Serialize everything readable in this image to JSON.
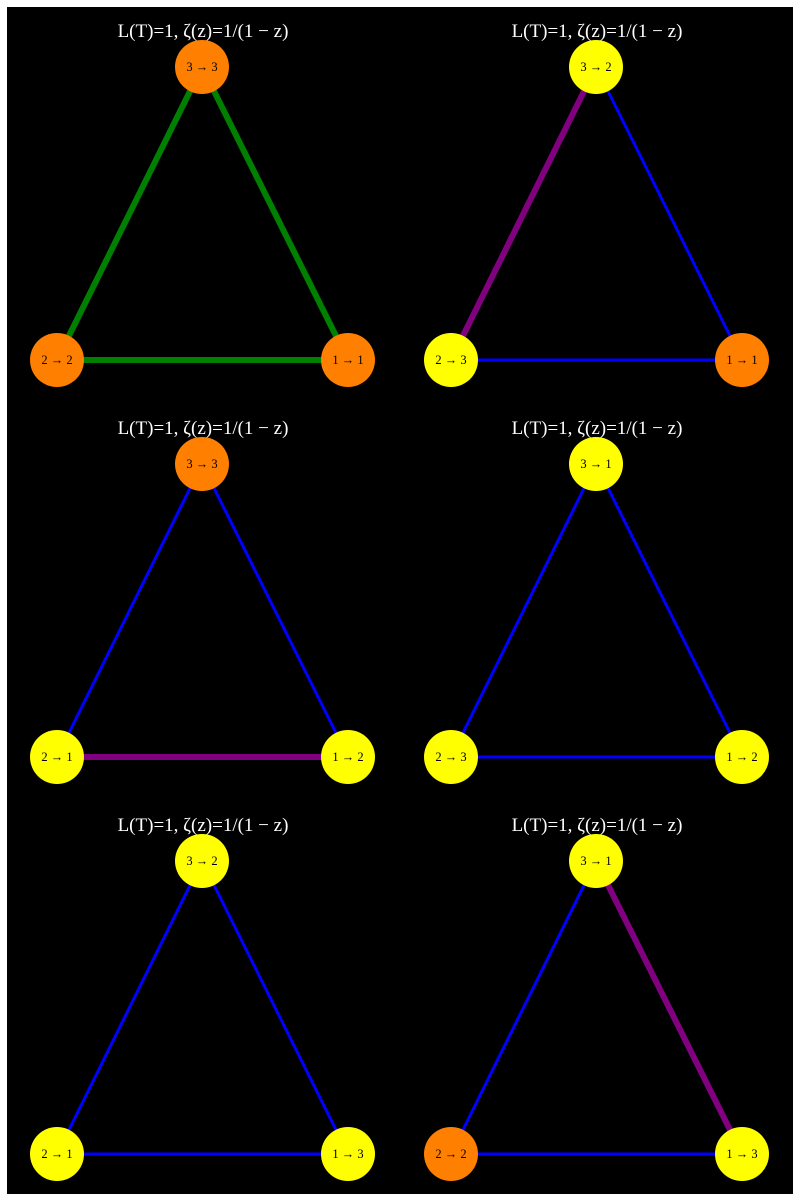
{
  "colors": {
    "background": "#000000",
    "fixed_node": "#ff7f00",
    "moved_node": "#ffff00",
    "green_edge": "#008000",
    "blue_edge": "#0000ff",
    "purple_edge": "#800080",
    "title": "#ffffff"
  },
  "panels": [
    {
      "title": "L(T)=1, ζ(z)=1/(1 − z)",
      "nodes": [
        {
          "label": "3 → 3",
          "color": "#ff7f00"
        },
        {
          "label": "2 → 2",
          "color": "#ff7f00"
        },
        {
          "label": "1 → 1",
          "color": "#ff7f00"
        }
      ],
      "edges": [
        {
          "color": "#008000",
          "thick": true
        },
        {
          "color": "#008000",
          "thick": true
        },
        {
          "color": "#008000",
          "thick": true
        }
      ]
    },
    {
      "title": "L(T)=1, ζ(z)=1/(1 − z)",
      "nodes": [
        {
          "label": "3 → 2",
          "color": "#ffff00"
        },
        {
          "label": "2 → 3",
          "color": "#ffff00"
        },
        {
          "label": "1 → 1",
          "color": "#ff7f00"
        }
      ],
      "edges": [
        {
          "color": "#800080",
          "thick": true
        },
        {
          "color": "#0000ff",
          "thick": false
        },
        {
          "color": "#0000ff",
          "thick": false
        }
      ]
    },
    {
      "title": "L(T)=1, ζ(z)=1/(1 − z)",
      "nodes": [
        {
          "label": "3 → 3",
          "color": "#ff7f00"
        },
        {
          "label": "2 → 1",
          "color": "#ffff00"
        },
        {
          "label": "1 → 2",
          "color": "#ffff00"
        }
      ],
      "edges": [
        {
          "color": "#0000ff",
          "thick": false
        },
        {
          "color": "#0000ff",
          "thick": false
        },
        {
          "color": "#800080",
          "thick": true
        }
      ]
    },
    {
      "title": "L(T)=1, ζ(z)=1/(1 − z)",
      "nodes": [
        {
          "label": "3 → 1",
          "color": "#ffff00"
        },
        {
          "label": "2 → 3",
          "color": "#ffff00"
        },
        {
          "label": "1 → 2",
          "color": "#ffff00"
        }
      ],
      "edges": [
        {
          "color": "#0000ff",
          "thick": false
        },
        {
          "color": "#0000ff",
          "thick": false
        },
        {
          "color": "#0000ff",
          "thick": false
        }
      ]
    },
    {
      "title": "L(T)=1, ζ(z)=1/(1 − z)",
      "nodes": [
        {
          "label": "3 → 2",
          "color": "#ffff00"
        },
        {
          "label": "2 → 1",
          "color": "#ffff00"
        },
        {
          "label": "1 → 3",
          "color": "#ffff00"
        }
      ],
      "edges": [
        {
          "color": "#0000ff",
          "thick": false
        },
        {
          "color": "#0000ff",
          "thick": false
        },
        {
          "color": "#0000ff",
          "thick": false
        }
      ]
    },
    {
      "title": "L(T)=1, ζ(z)=1/(1 − z)",
      "nodes": [
        {
          "label": "3 → 1",
          "color": "#ffff00"
        },
        {
          "label": "2 → 2",
          "color": "#ff7f00"
        },
        {
          "label": "1 → 3",
          "color": "#ffff00"
        }
      ],
      "edges": [
        {
          "color": "#0000ff",
          "thick": false
        },
        {
          "color": "#800080",
          "thick": true
        },
        {
          "color": "#0000ff",
          "thick": false
        }
      ]
    }
  ]
}
